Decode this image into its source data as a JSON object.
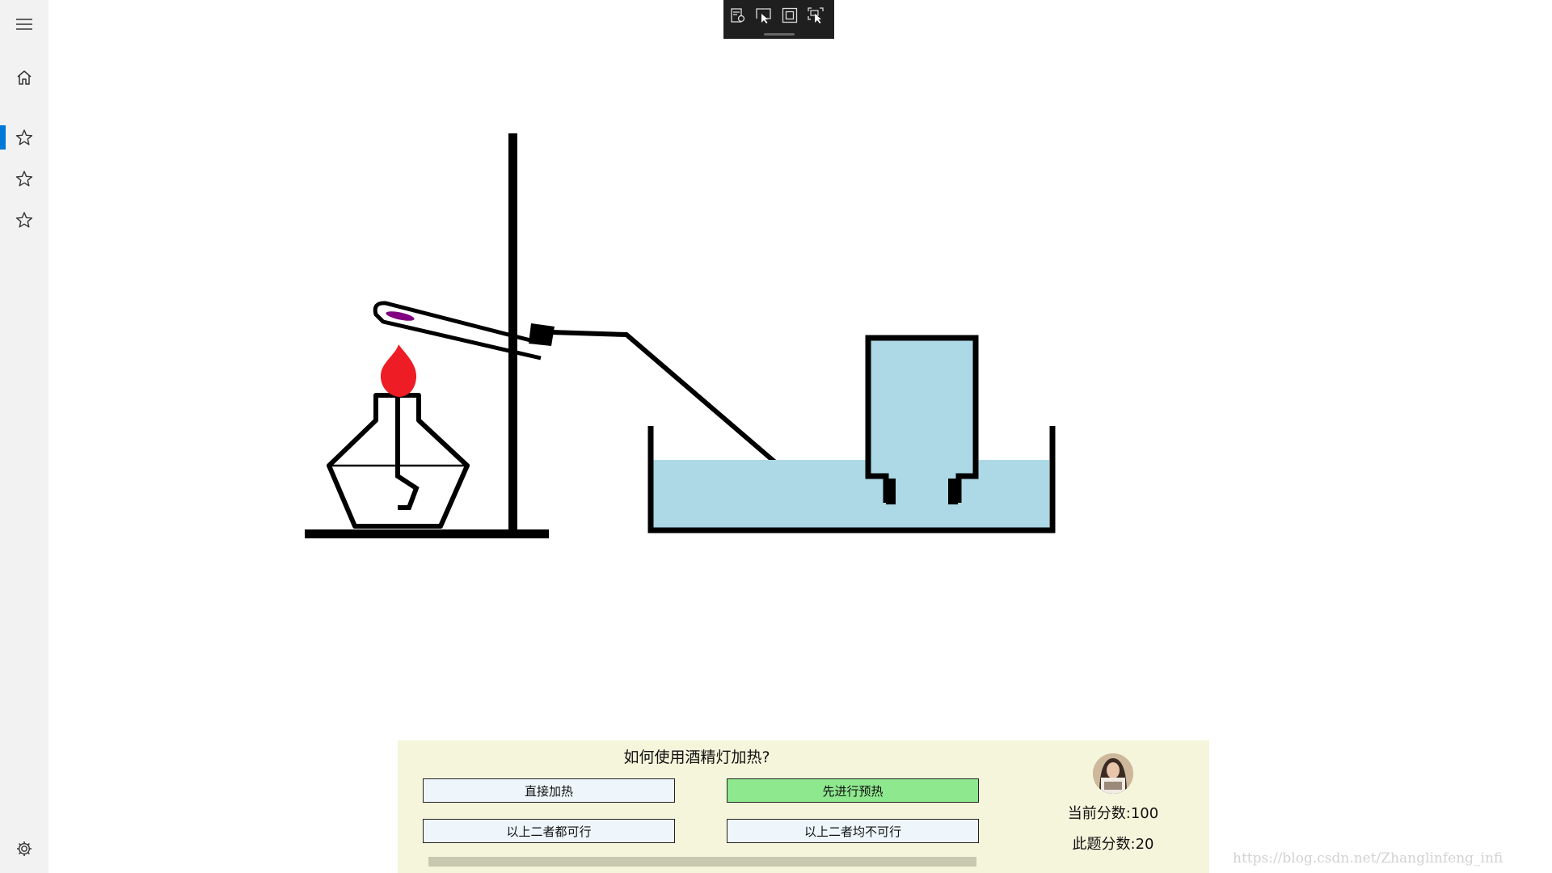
{
  "nav": {
    "items": [
      {
        "icon": "hamburger-icon"
      },
      {
        "icon": "home-icon"
      },
      {
        "icon": "star-icon",
        "selected": true
      },
      {
        "icon": "star-icon"
      },
      {
        "icon": "star-icon"
      }
    ],
    "settings_icon": "gear-icon",
    "accent_color": "#0078d7"
  },
  "devtools": {
    "buttons": [
      "live-visual-tree-icon",
      "select-element-icon",
      "display-layout-adorners-icon",
      "track-focused-element-icon"
    ]
  },
  "scene": {
    "colors": {
      "outline": "#000000",
      "water": "#add8e6",
      "flame": "#ee1c24",
      "reagent": "#800080"
    }
  },
  "quiz": {
    "question": "如何使用酒精灯加热?",
    "options": [
      {
        "label": "直接加热",
        "selected": false
      },
      {
        "label": "先进行预热",
        "selected": true
      },
      {
        "label": "以上二者都可行",
        "selected": false
      },
      {
        "label": "以上二者均不可行",
        "selected": false
      }
    ],
    "current_score_label": "当前分数:",
    "current_score": "100",
    "question_score_label": "此题分数:",
    "question_score": "20",
    "selected_color": "#8ee88e",
    "panel_color": "#f5f5dc"
  },
  "watermark": "https://blog.csdn.net/Zhanglinfeng_infi"
}
